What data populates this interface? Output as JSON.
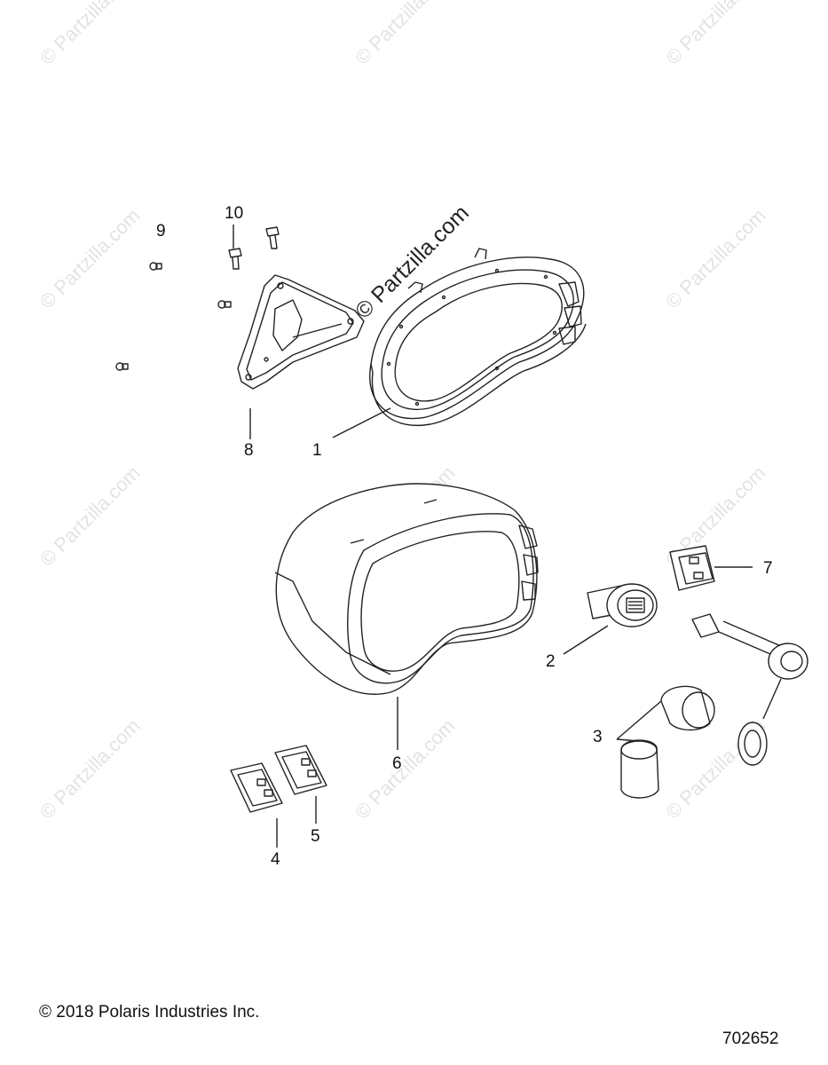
{
  "watermarks": {
    "main": "© Partzilla.com",
    "faint": "© Partzilla.com"
  },
  "callouts": {
    "c1": "1",
    "c2": "2",
    "c3": "3",
    "c4": "4",
    "c5": "5",
    "c6": "6",
    "c7": "7",
    "c8": "8",
    "c9": "9",
    "c10": "10"
  },
  "footer": {
    "copyright": "© 2018 Polaris Industries Inc.",
    "diagram_number": "702652"
  },
  "colors": {
    "line": "#222222",
    "watermark": "#e3e3e3",
    "fill": "#ffffff"
  }
}
